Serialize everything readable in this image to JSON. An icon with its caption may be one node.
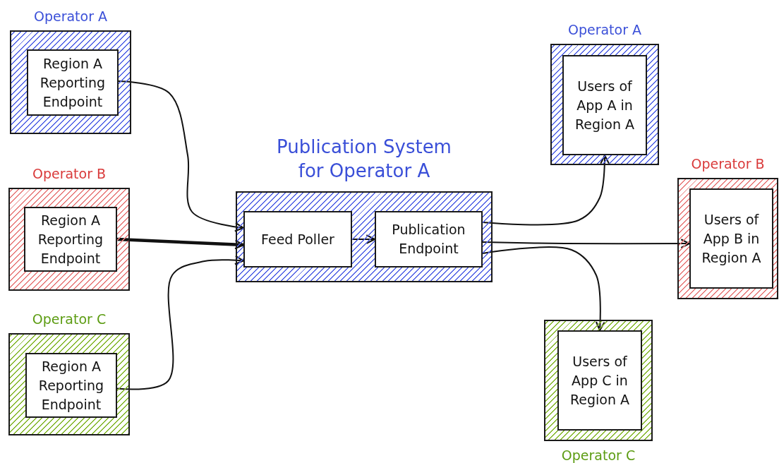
{
  "diagram": {
    "nodes": [
      {
        "text": [
          "Operator A"
        ]
      },
      {
        "text": [
          "Region A Reporting Endpoint"
        ],
        "in": 0
      },
      {
        "text": [
          "Operator B"
        ]
      },
      {
        "text": [
          "Region A Reporting Endpoint"
        ],
        "in": 2
      },
      {
        "text": [
          "Operator C"
        ]
      },
      {
        "text": [
          "Region A Reporting Endpoint"
        ],
        "in": 4
      },
      {
        "text": [
          "Publication System for Operator A"
        ]
      },
      {
        "text": [
          "Feed Poller"
        ],
        "in": 6
      },
      {
        "text": [
          "Publication Endpoint"
        ],
        "in": 6
      },
      {
        "text": [
          "Operator A"
        ]
      },
      {
        "text": [
          "Users of App A in Region A"
        ],
        "in": 9
      },
      {
        "text": [
          "Operator B"
        ]
      },
      {
        "text": [
          "Users of App B in Region A"
        ],
        "in": 11
      },
      {
        "text": [
          "Operator C"
        ]
      },
      {
        "text": [
          "Users of App C in Region A"
        ],
        "in": 13
      }
    ],
    "edges": [
      {
        "from": 1,
        "to": 7,
        "arrow": "to"
      },
      {
        "from": 3,
        "to": 7,
        "arrow": "to",
        "style": "thick"
      },
      {
        "from": 5,
        "to": 7,
        "arrow": "to"
      },
      {
        "from": 7,
        "to": 8,
        "arrow": "to"
      },
      {
        "from": 8,
        "to": 10,
        "arrow": "to"
      },
      {
        "from": 8,
        "to": 12,
        "arrow": "to"
      },
      {
        "from": 8,
        "to": 14,
        "arrow": "to"
      }
    ]
  }
}
